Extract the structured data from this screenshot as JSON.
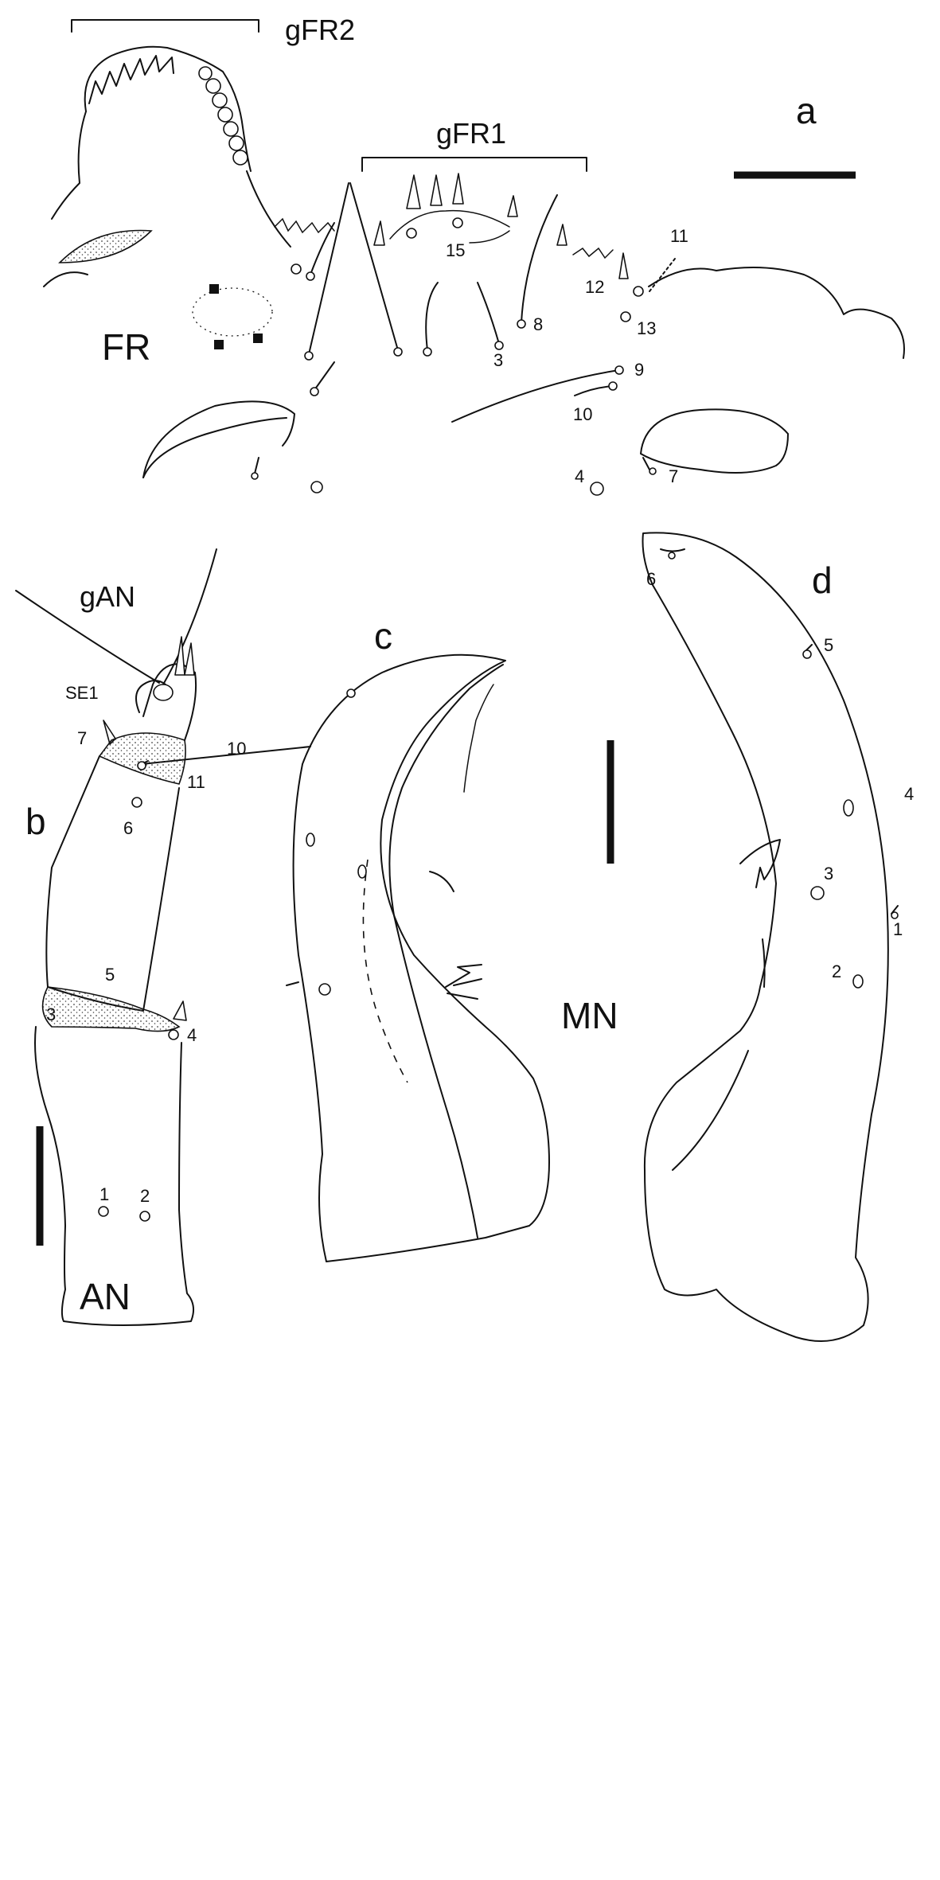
{
  "panels": {
    "a": {
      "letter": "a",
      "region": "FR",
      "groups": [
        "gFR2",
        "gFR1"
      ],
      "setae": [
        "15",
        "11",
        "12",
        "13",
        "8",
        "3",
        "9",
        "10",
        "4",
        "7"
      ]
    },
    "b": {
      "letter": "b",
      "region": "AN",
      "group": "gAN",
      "sensillum": "SE1",
      "setae": [
        "7",
        "10",
        "11",
        "6",
        "5",
        "3",
        "4",
        "1",
        "2"
      ]
    },
    "c": {
      "letter": "c"
    },
    "d": {
      "letter": "d",
      "region": "MN",
      "setae": [
        "6",
        "5",
        "4",
        "3",
        "1",
        "2"
      ]
    }
  },
  "colors": {
    "ink": "#111111",
    "background": "#ffffff"
  }
}
